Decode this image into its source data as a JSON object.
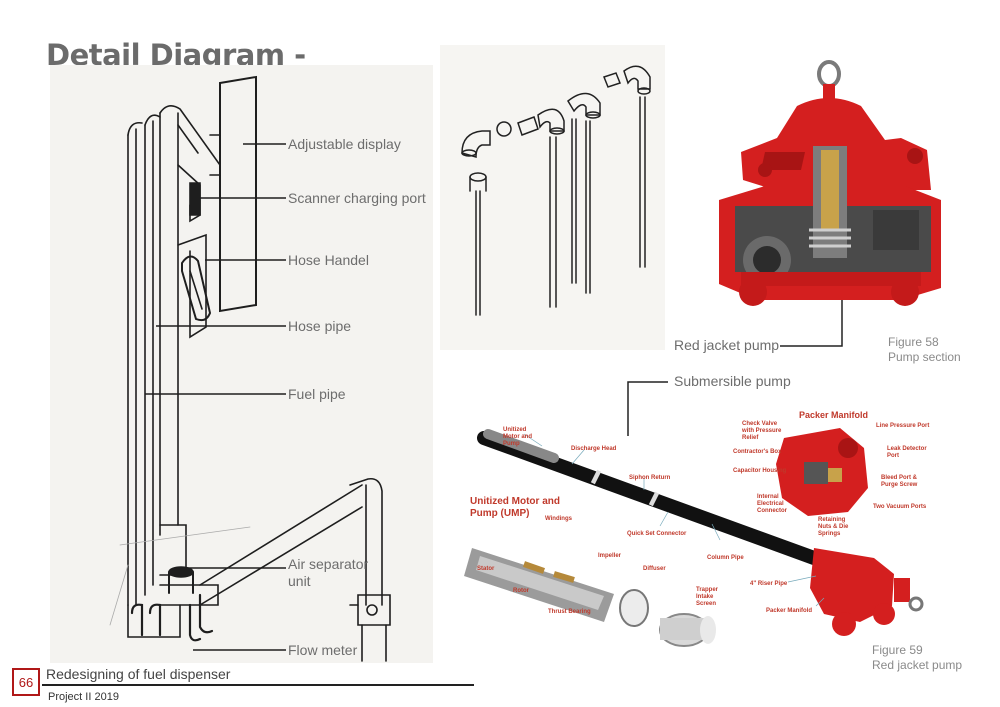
{
  "page": {
    "title": "Detail Diagram -",
    "page_number": "66",
    "footer_title": "Redesigning of fuel dispenser",
    "footer_subtitle": "Project II 2019"
  },
  "sketch_labels": [
    "Adjustable display",
    "Scanner charging port",
    "Hose Handel",
    "Hose pipe",
    "Fuel pipe",
    "Air separator",
    "unit",
    "Flow meter"
  ],
  "pump_labels": {
    "red_jacket": "Red jacket pump",
    "submersible": "Submersible pump"
  },
  "figures": {
    "fig58_number": "Figure 58",
    "fig58_caption": "Pump section",
    "fig59_number": "Figure 59",
    "fig59_caption": "Red jacket pump"
  },
  "inset": {
    "ump_title_1": "Unitized Motor and",
    "ump_title_2": "Pump (UMP)",
    "manifold_title": "Packer Manifold",
    "callouts": {
      "unitized_1": "Unitized",
      "unitized_2": "Motor and",
      "unitized_3": "Pump",
      "discharge_head": "Discharge Head",
      "siphon_return": "Siphon Return",
      "quick_set": "Quick Set Connector",
      "windings": "Windings",
      "stator": "Stator",
      "impeller": "Impeller",
      "diffuser": "Diffuser",
      "rotor": "Rotor",
      "thrust_bearing": "Thrust Bearing",
      "trapper_1": "Trapper",
      "trapper_2": "Intake",
      "trapper_3": "Screen",
      "column_pipe": "Column Pipe",
      "riser_pipe": "4\" Riser Pipe",
      "packer_manifold": "Packer Manifold",
      "check_valve_1": "Check Valve",
      "check_valve_2": "with Pressure",
      "check_valve_3": "Relief",
      "line_pressure": "Line Pressure Port",
      "contractors_box": "Contractor's Box",
      "leak_detector_1": "Leak Detector",
      "leak_detector_2": "Port",
      "capacitor": "Capacitor Housing",
      "bleed_port_1": "Bleed Port &",
      "bleed_port_2": "Purge Screw",
      "internal_1": "Internal",
      "internal_2": "Electrical",
      "internal_3": "Connector",
      "vacuum_ports": "Two Vacuum Ports",
      "retaining_1": "Retaining",
      "retaining_2": "Nuts & Die",
      "retaining_3": "Springs"
    }
  },
  "colors": {
    "accent_red": "#b01818",
    "pump_red": "#d41f1f",
    "text_gray": "#6d6d6d"
  }
}
